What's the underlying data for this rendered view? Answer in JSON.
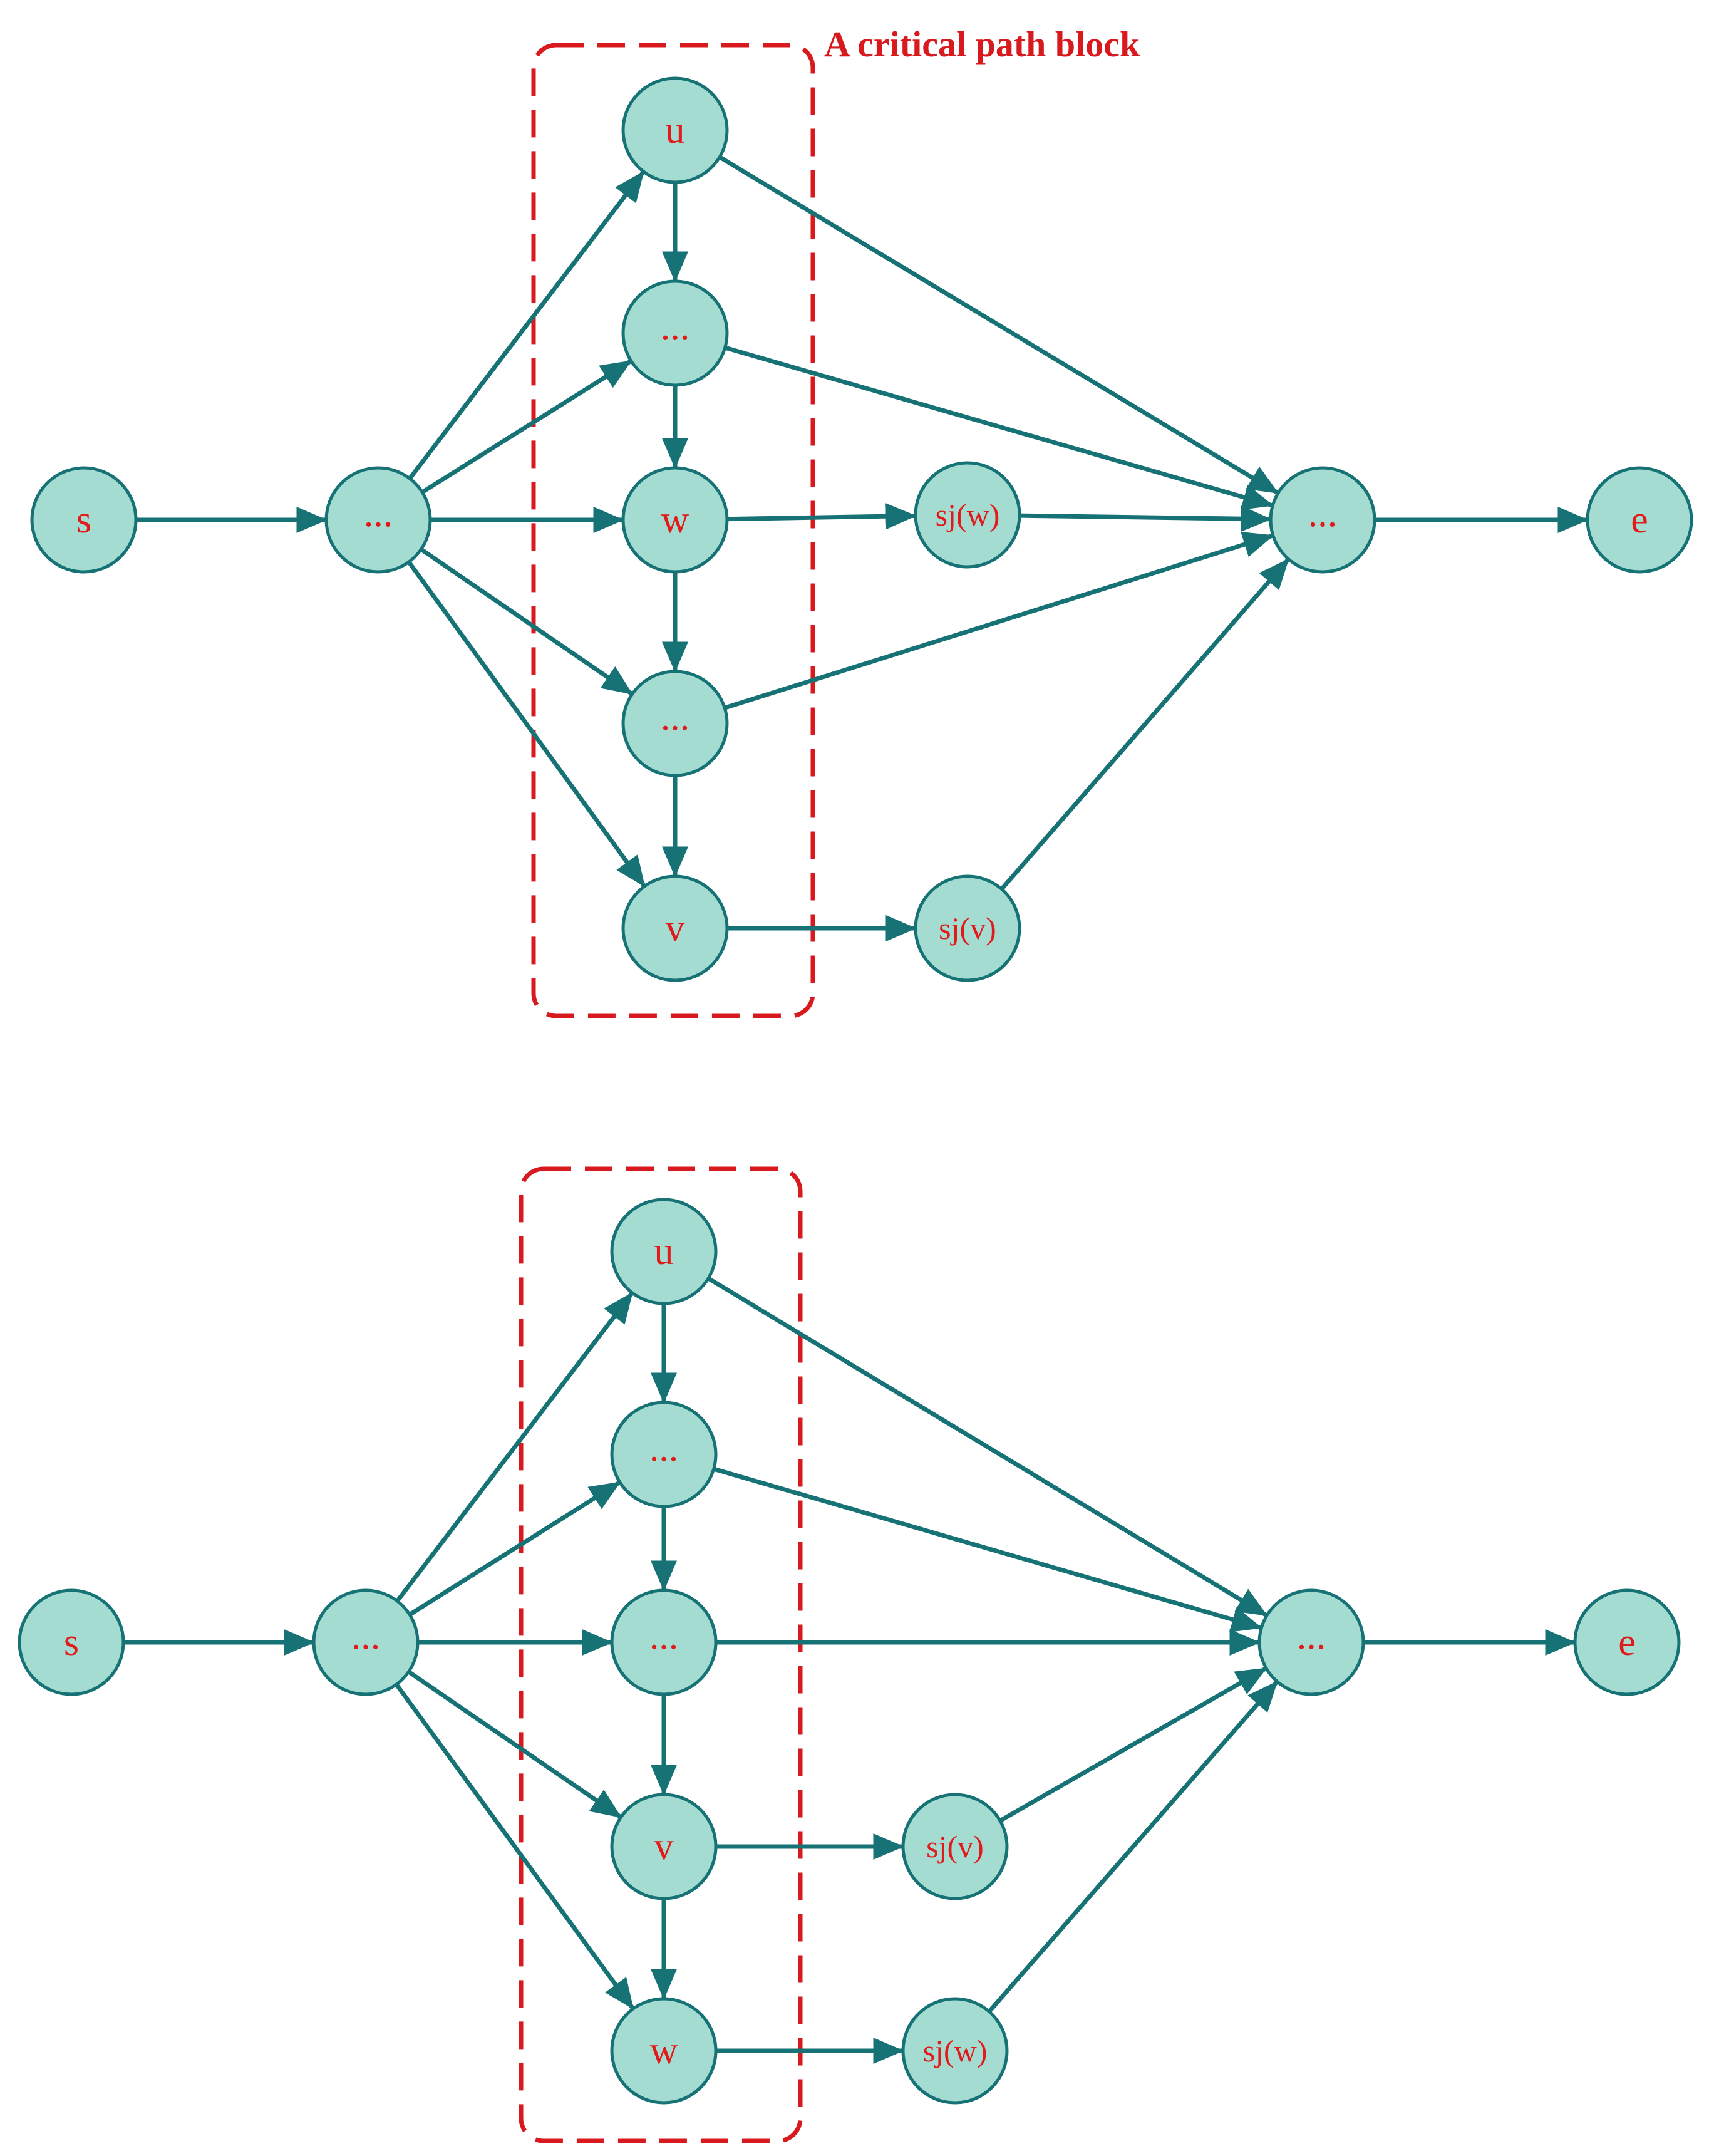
{
  "caption": "A critical path block",
  "colors": {
    "edge": "#167275",
    "node_fill": "#a4dcd2",
    "label": "#e11a1a",
    "block": "#d8191e"
  },
  "diagrams": [
    {
      "nodes": [
        {
          "id": "s",
          "label": "s"
        },
        {
          "id": "d1",
          "label": "..."
        },
        {
          "id": "u",
          "label": "u"
        },
        {
          "id": "d2",
          "label": "..."
        },
        {
          "id": "w",
          "label": "w"
        },
        {
          "id": "d3",
          "label": "..."
        },
        {
          "id": "v",
          "label": "v"
        },
        {
          "id": "sjw",
          "label": "sj(w)"
        },
        {
          "id": "sjv",
          "label": "sj(v)"
        },
        {
          "id": "d4",
          "label": "..."
        },
        {
          "id": "e",
          "label": "e"
        }
      ],
      "edges": [
        [
          "s",
          "d1"
        ],
        [
          "d1",
          "u"
        ],
        [
          "d1",
          "d2"
        ],
        [
          "d1",
          "w"
        ],
        [
          "d1",
          "d3"
        ],
        [
          "d1",
          "v"
        ],
        [
          "u",
          "d2"
        ],
        [
          "d2",
          "w"
        ],
        [
          "w",
          "d3"
        ],
        [
          "d3",
          "v"
        ],
        [
          "w",
          "sjw"
        ],
        [
          "v",
          "sjv"
        ],
        [
          "u",
          "d4"
        ],
        [
          "d2",
          "d4"
        ],
        [
          "sjw",
          "d4"
        ],
        [
          "d3",
          "d4"
        ],
        [
          "sjv",
          "d4"
        ],
        [
          "d4",
          "e"
        ]
      ]
    },
    {
      "nodes": [
        {
          "id": "s",
          "label": "s"
        },
        {
          "id": "d1",
          "label": "..."
        },
        {
          "id": "u",
          "label": "u"
        },
        {
          "id": "d2",
          "label": "..."
        },
        {
          "id": "d3",
          "label": "..."
        },
        {
          "id": "v",
          "label": "v"
        },
        {
          "id": "w",
          "label": "w"
        },
        {
          "id": "sjv",
          "label": "sj(v)"
        },
        {
          "id": "sjw",
          "label": "sj(w)"
        },
        {
          "id": "d4",
          "label": "..."
        },
        {
          "id": "e",
          "label": "e"
        }
      ],
      "edges": [
        [
          "s",
          "d1"
        ],
        [
          "d1",
          "u"
        ],
        [
          "d1",
          "d2"
        ],
        [
          "d1",
          "d3"
        ],
        [
          "d1",
          "v"
        ],
        [
          "d1",
          "w"
        ],
        [
          "u",
          "d2"
        ],
        [
          "d2",
          "d3"
        ],
        [
          "d3",
          "v"
        ],
        [
          "v",
          "w"
        ],
        [
          "v",
          "sjv"
        ],
        [
          "w",
          "sjw"
        ],
        [
          "u",
          "d4"
        ],
        [
          "d2",
          "d4"
        ],
        [
          "d3",
          "d4"
        ],
        [
          "sjv",
          "d4"
        ],
        [
          "sjw",
          "d4"
        ],
        [
          "d4",
          "e"
        ]
      ]
    }
  ]
}
